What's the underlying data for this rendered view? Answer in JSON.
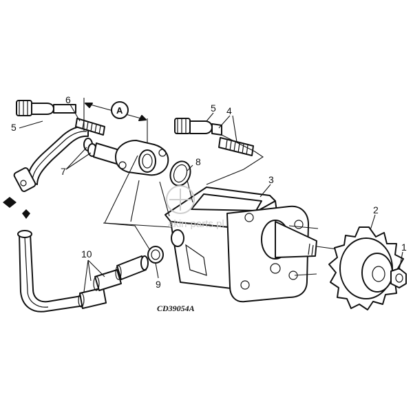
{
  "diagram": {
    "callouts": {
      "c1": "1",
      "c2": "2",
      "c3": "3",
      "c4": "4",
      "c5a": "5",
      "c5b": "5",
      "c6": "6",
      "c7": "7",
      "c8": "8",
      "c9": "9",
      "c10": "10",
      "ca": "A"
    },
    "drawing_code": "CD39054A",
    "watermark": "akin-parts.pl"
  },
  "colors": {
    "ink": "#111111",
    "paper": "#ffffff",
    "watermark": "#c8c8c8"
  }
}
